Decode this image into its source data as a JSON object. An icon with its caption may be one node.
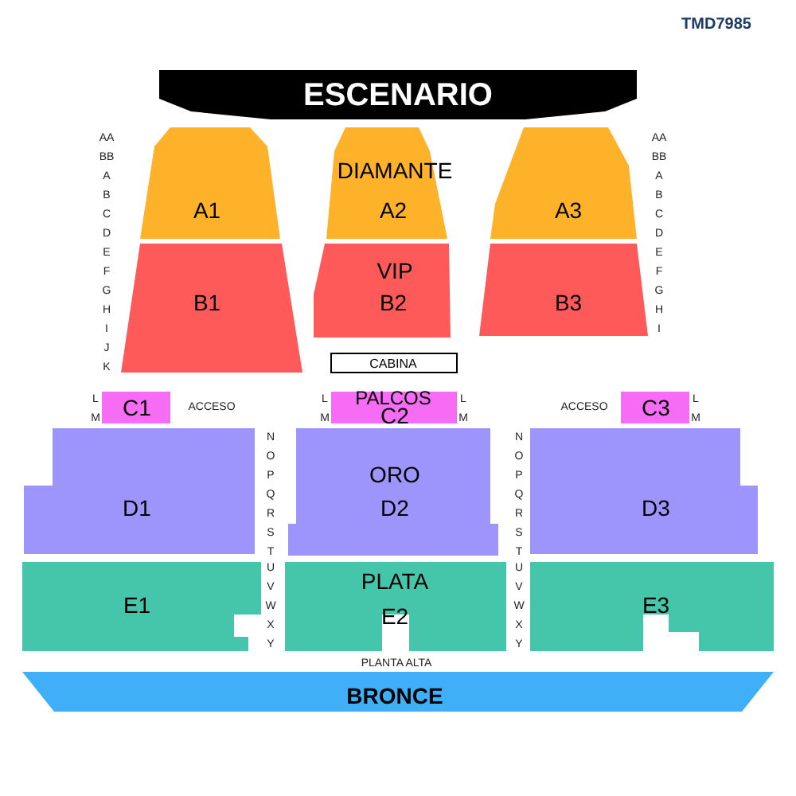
{
  "diagram": {
    "nodes": [
      {
        "text": [
          "ESCENARIO"
        ]
      },
      {
        "text": [
          "A1"
        ]
      },
      {
        "text": [
          "DIAMANTE",
          "A2"
        ]
      },
      {
        "text": [
          "A3"
        ]
      },
      {
        "text": [
          "B1"
        ]
      },
      {
        "text": [
          "VIP",
          "B2"
        ]
      },
      {
        "text": [
          "B3"
        ]
      },
      {
        "text": [
          "CABINA"
        ]
      },
      {
        "text": [
          "C1"
        ]
      },
      {
        "text": [
          "PALCOS",
          "C2"
        ]
      },
      {
        "text": [
          "C3"
        ]
      },
      {
        "text": [
          "D1"
        ]
      },
      {
        "text": [
          "ORO",
          "D2"
        ]
      },
      {
        "text": [
          "D3"
        ]
      },
      {
        "text": [
          "E1"
        ]
      },
      {
        "text": [
          "PLATA",
          "E2"
        ]
      },
      {
        "text": [
          "E3"
        ]
      },
      {
        "text": [
          "BRONCE"
        ]
      }
    ],
    "labels": [
      "TMD7985",
      "AA",
      "BB",
      "A",
      "B",
      "C",
      "D",
      "E",
      "F",
      "G",
      "H",
      "I",
      "J",
      "K",
      "AA",
      "BB",
      "A",
      "B",
      "C",
      "D",
      "E",
      "F",
      "G",
      "H",
      "I",
      "L",
      "M",
      "ACCESO",
      "L",
      "M",
      "L",
      "M",
      "ACCESO",
      "L",
      "M",
      "N",
      "O",
      "P",
      "Q",
      "R",
      "S",
      "T",
      "U",
      "V",
      "W",
      "X",
      "Y",
      "N",
      "O",
      "P",
      "Q",
      "R",
      "S",
      "T",
      "U",
      "V",
      "W",
      "X",
      "Y",
      "PLANTA ALTA"
    ]
  }
}
